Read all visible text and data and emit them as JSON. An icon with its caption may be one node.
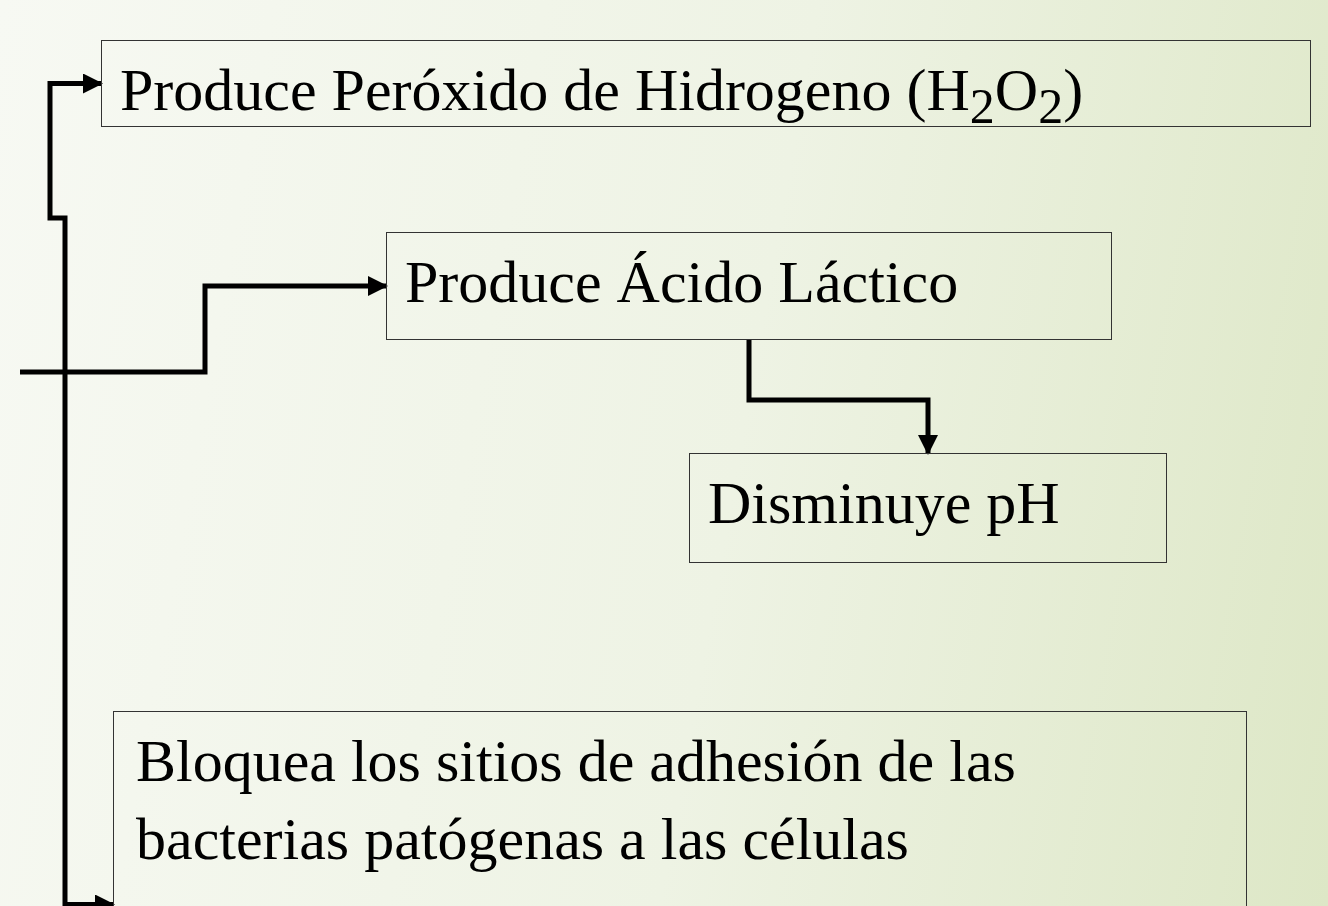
{
  "diagram": {
    "nodes": [
      {
        "text": [
          "Produce Peróxido de Hidrogeno (H$_{2}$O$_{2}$)"
        ]
      },
      {
        "text": [
          "Produce Ácido Láctico"
        ]
      },
      {
        "text": [
          "Disminuye pH"
        ]
      },
      {
        "text": [
          "Bloquea los sitios de adhesión de las bacterias patógenas a las células"
        ]
      }
    ],
    "edges": [
      {
        "from": null,
        "to": 0,
        "arrow": "to"
      },
      {
        "from": null,
        "to": 1,
        "arrow": "to"
      },
      {
        "from": null,
        "to": 3,
        "arrow": "to"
      },
      {
        "from": 1,
        "to": 2,
        "arrow": "to"
      }
    ]
  }
}
